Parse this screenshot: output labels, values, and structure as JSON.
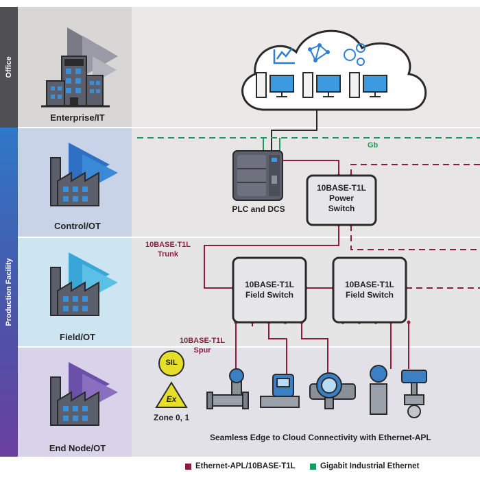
{
  "zones": {
    "office": "Office",
    "production": "Production Facility"
  },
  "tiers": {
    "enterprise": "Enterprise/IT",
    "control": "Control/OT",
    "field": "Field/OT",
    "endnode": "End Node/OT"
  },
  "devices": {
    "plc": "PLC and DCS",
    "power_switch": [
      "10BASE-T1L",
      "Power",
      "Switch"
    ],
    "field_switch_1": [
      "10BASE-T1L",
      "Field Switch"
    ],
    "field_switch_2": [
      "10BASE-T1L",
      "Field Switch"
    ]
  },
  "link_labels": {
    "gb": "Gb",
    "trunk": [
      "10BASE-T1L",
      "Trunk"
    ],
    "spur": [
      "10BASE-T1L",
      "Spur"
    ]
  },
  "badges": {
    "sil": "SIL",
    "ex": "Ex",
    "zone": "Zone 0, 1"
  },
  "caption": "Seamless Edge to Cloud Connectivity with Ethernet-APL",
  "legend": {
    "apl": "Ethernet-APL/10BASE-T1L",
    "gigabit": "Gigabit Industrial Ethernet"
  },
  "colors": {
    "apl": "#8b1e3f",
    "gigabit": "#1a9a5c",
    "office_band": "#e9e6e6",
    "control_band": "#cfd8ea",
    "field_band": "#d4e9f4",
    "endnode_band": "#e0dcee",
    "office_side": "#4f4f52",
    "production_side": "#2b60b0"
  }
}
